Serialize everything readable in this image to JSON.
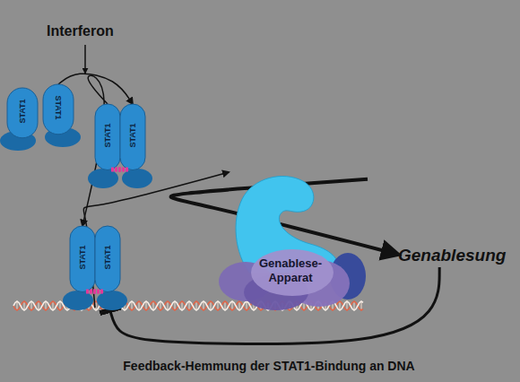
{
  "diagram": {
    "nodes": [
      {
        "text": [
          "STAT1"
        ]
      },
      {
        "text": [
          "STAT1"
        ]
      },
      {
        "text": [
          "STAT1"
        ]
      },
      {
        "text": [
          "STAT1"
        ]
      },
      {
        "text": [
          "STAT1"
        ]
      },
      {
        "text": [
          "STAT1"
        ]
      },
      {
        "text": [
          "Genablese-Apparat"
        ]
      },
      {
        "text": [
          "Genablesung"
        ]
      }
    ],
    "edges": [
      {
        "from": 1,
        "to": 3,
        "arrow": "to"
      },
      {
        "from": 2,
        "to": 4,
        "arrow": "to"
      },
      {
        "from": 5,
        "to": 6,
        "arrow": "to"
      },
      {
        "from": 6,
        "to": 7,
        "arrow": "to"
      },
      {
        "from": 7,
        "to": 5,
        "label": "Feedback-Hemmung der STAT1-Bindung an DNA",
        "arrow": "to"
      }
    ],
    "labels": [
      "Interferon"
    ]
  }
}
